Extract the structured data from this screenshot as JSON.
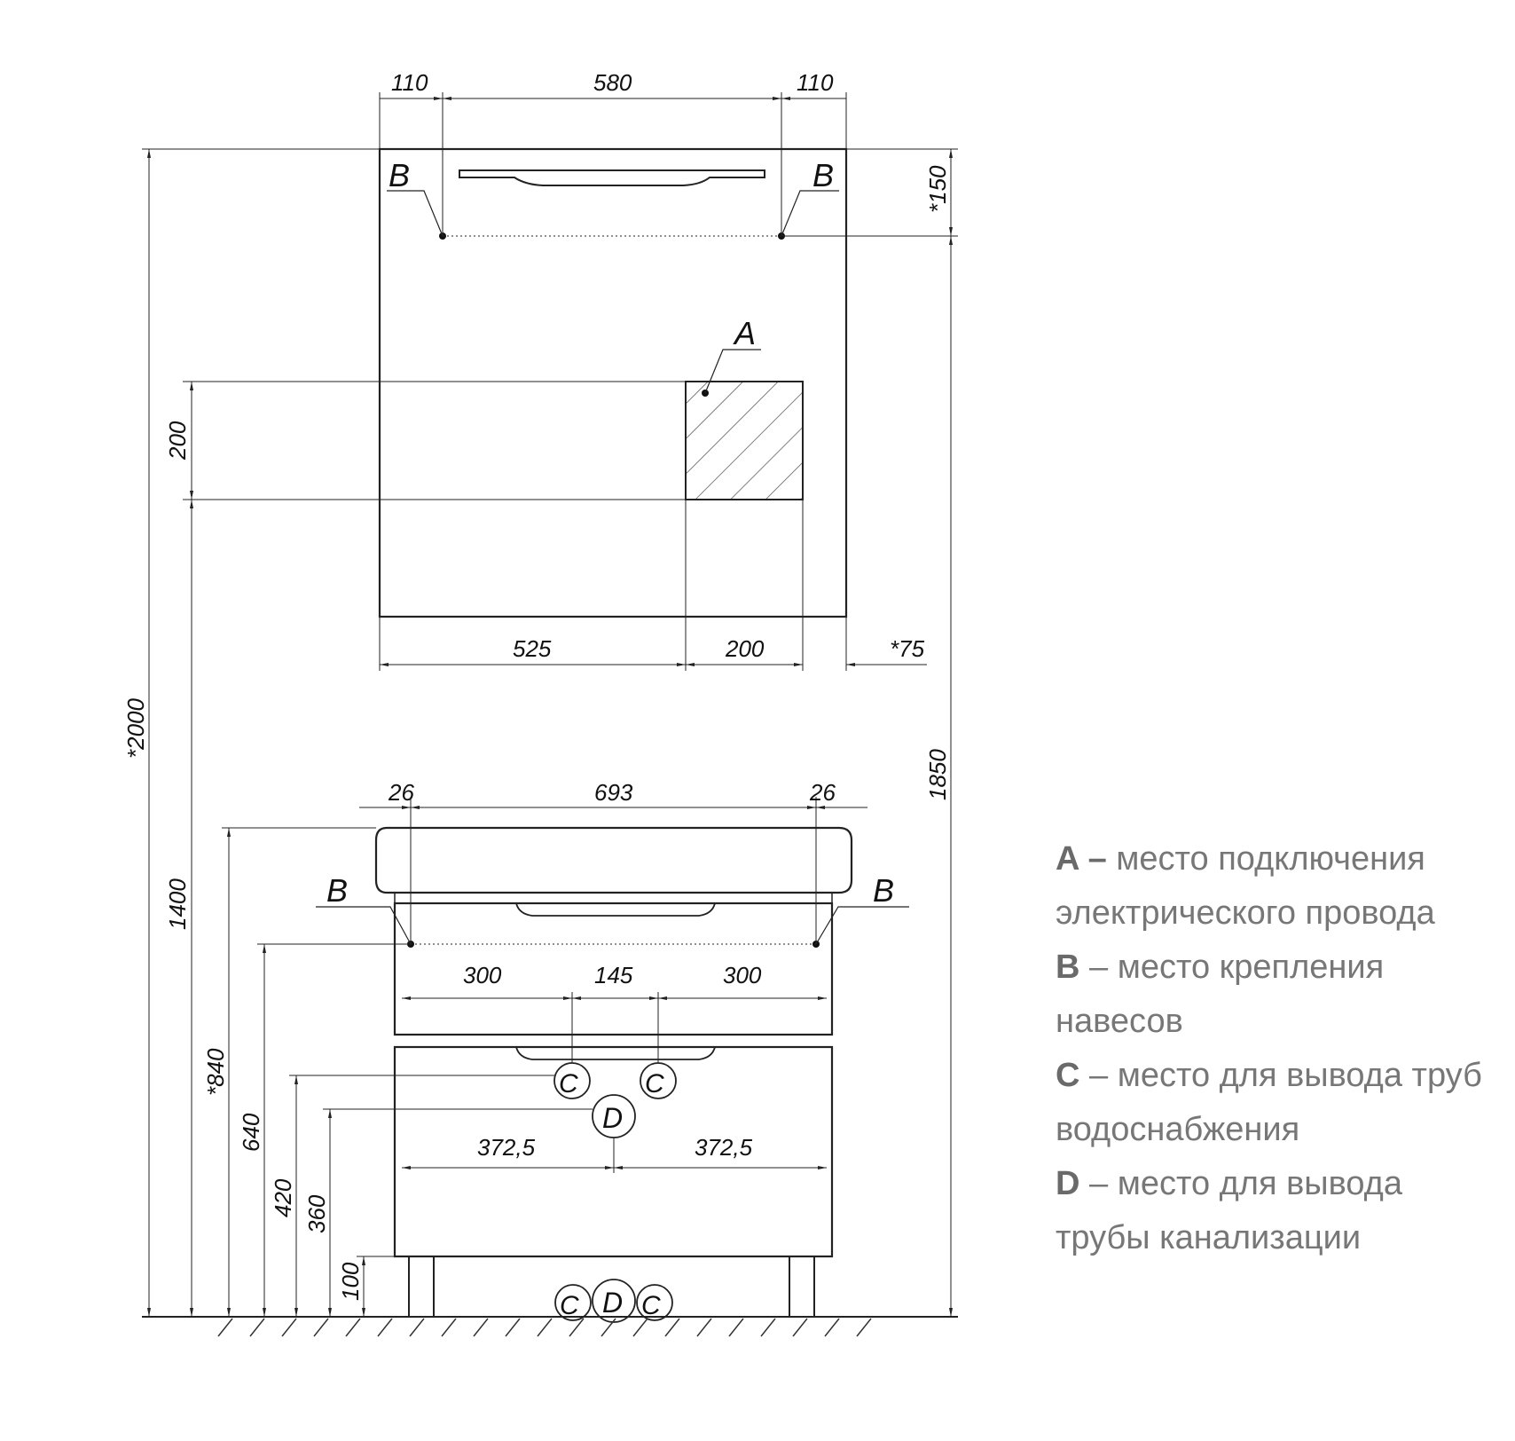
{
  "mirror": {
    "dims_top": [
      "110",
      "580",
      "110"
    ],
    "dim_right": "*150",
    "dim_left": "200",
    "dims_bottom": [
      "525",
      "200",
      "*75"
    ],
    "label_b": "B",
    "label_a": "A"
  },
  "overall": {
    "dim_total": "*2000",
    "dim_height": "1850",
    "dim_mirror_level": "1400"
  },
  "cabinet": {
    "dims_top": [
      "26",
      "693",
      "26"
    ],
    "dims_mid": [
      "300",
      "145",
      "300"
    ],
    "dims_low": [
      "372,5",
      "372,5"
    ],
    "dims_left": [
      "*840",
      "640",
      "420",
      "360",
      "100"
    ],
    "label_b": "B",
    "label_c": "C",
    "label_d": "D"
  },
  "legend": [
    {
      "key": "A –",
      "text": " место подключения"
    },
    {
      "key": "",
      "text": "электрического провода"
    },
    {
      "key": "B",
      "text": " – место крепления"
    },
    {
      "key": "",
      "text": "навесов"
    },
    {
      "key": "C",
      "text": " – место для вывода труб"
    },
    {
      "key": "",
      "text": "водоснабжения"
    },
    {
      "key": "D",
      "text": " – место для вывода"
    },
    {
      "key": "",
      "text": "трубы канализации"
    }
  ]
}
